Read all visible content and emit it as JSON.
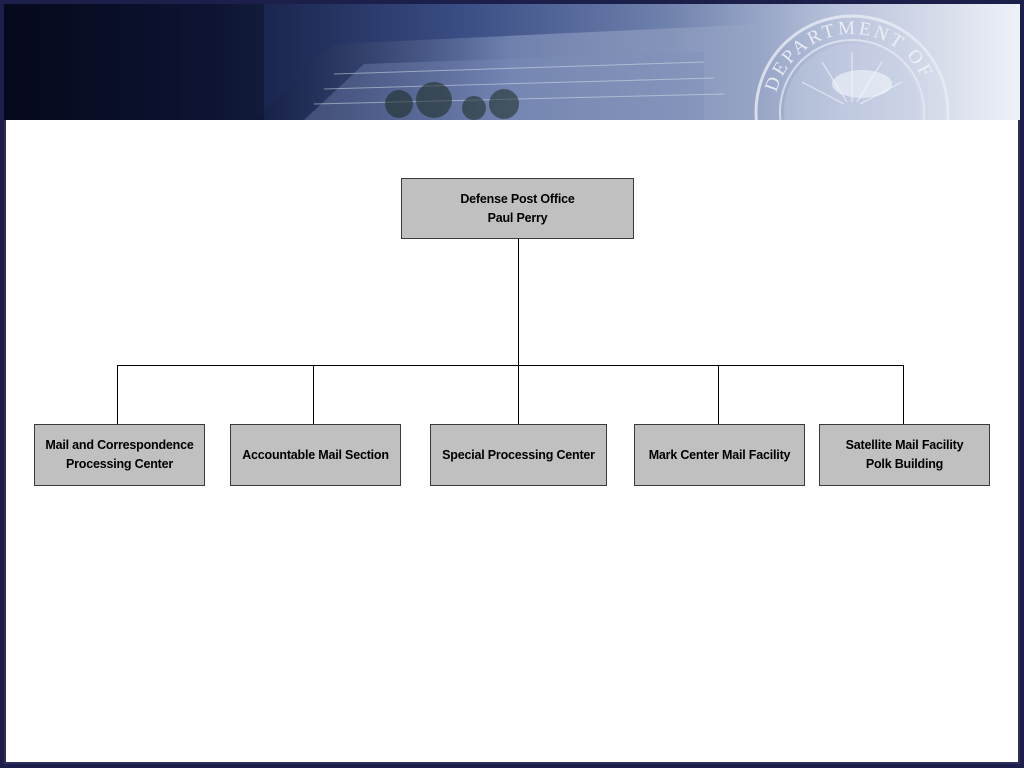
{
  "org_chart": {
    "root": {
      "line1": "Defense Post Office",
      "line2": "Paul Perry"
    },
    "children": [
      {
        "line1": "Mail and Correspondence",
        "line2": "Processing Center"
      },
      {
        "line1": "Accountable Mail Section",
        "line2": ""
      },
      {
        "line1": "Special Processing Center",
        "line2": ""
      },
      {
        "line1": "Mark Center Mail Facility",
        "line2": ""
      },
      {
        "line1": "Satellite Mail Facility",
        "line2": "Polk Building"
      }
    ]
  },
  "banner": {
    "seal_text": "DEPARTMENT OF"
  },
  "colors": {
    "frame": "#1b1f4a",
    "box_fill": "#c0c0c0",
    "box_border": "#3a3a3a",
    "connector": "#000000"
  }
}
